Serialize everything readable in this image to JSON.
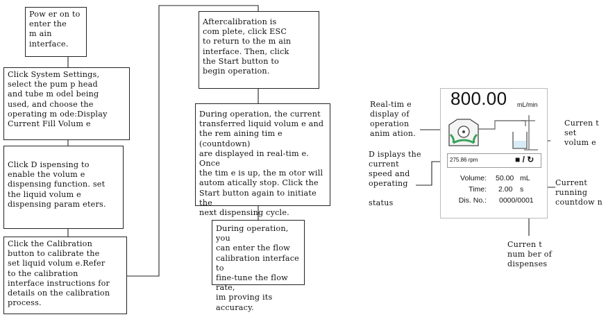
{
  "steps": {
    "s1": "Pow er on to\nenter the\nm ain\ninterface.",
    "s2": "Click System Settings,\nselect the pum p head\nand tube m odel being\nused, and choose the\noperating m ode:Display\nCurrent Fill Volum e",
    "s3": "Click D ispensing to\nenable the volum e\ndispensing function. set\nthe liquid volum e\ndispensing param eters.",
    "s4": "Click the Calibration\nbutton to calibrate the\nset liquid volum e.Refer\nto the calibration\ninterface instructions for\ndetails on the calibration\nprocess.",
    "s5": "Aftercalibration is\ncom plete, click ESC\nto return to the m ain\ninterface. Then, click\nthe Start button to\nbegin operation.",
    "s6": "During operation, the current\ntransferred liquid volum e and\nthe rem aining tim e (countdown)\nare displayed in real-tim e. Once\nthe tim e is up, the m otor will\nautom atically stop. Click the\nStart button again to initiate the\nnext dispensing cycle.",
    "s7": "During operation, you\ncan enter the flow\ncalibration interface to\nfine-tune the flow rate,\nim proving its accuracy."
  },
  "labels": {
    "realtime": "Real-tim e\ndisplay of\noperation\nanim ation.",
    "speed": "D isplays the\ncurrent\nspeed and\noperating\n\nstatus",
    "setvol": "Curren t\nset\nvolum e",
    "countdown": "Current\nrunning\ncountdow n",
    "dispenses": "Curren t\nnum ber of\ndispenses"
  },
  "device": {
    "flow_value": "800.00",
    "flow_unit": "mL/min",
    "rpm": "275.86 rpm",
    "state_icons": "■ / ↻",
    "volume_label": "Volume:",
    "volume_value": "50.00",
    "volume_unit": "mL",
    "time_label": "Time:",
    "time_value": "2.00",
    "time_unit": "s",
    "dis_label": "Dis. No.:",
    "dis_value": "0000/0001"
  },
  "colors": {
    "accent_green": "#3aa35b"
  }
}
